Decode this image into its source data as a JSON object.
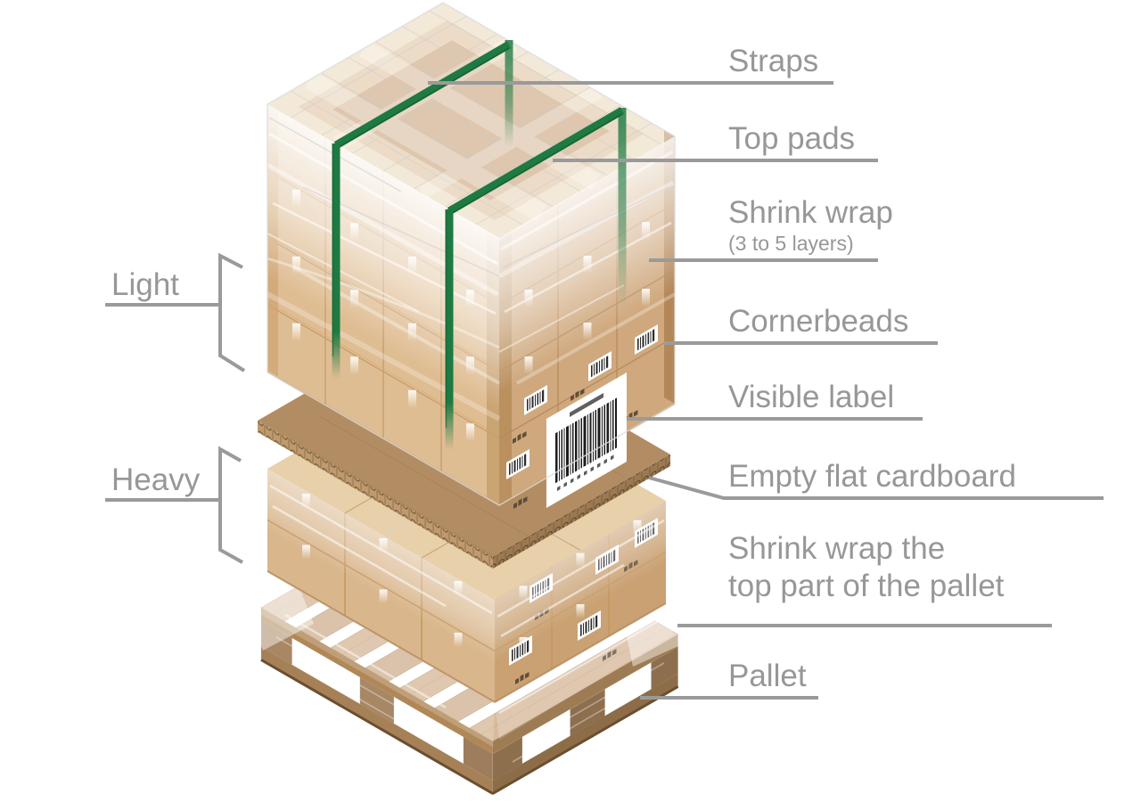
{
  "diagram": {
    "background": "#ffffff",
    "callouts_right": [
      {
        "id": "straps",
        "label": "Straps"
      },
      {
        "id": "top-pads",
        "label": "Top pads"
      },
      {
        "id": "shrink-wrap",
        "label": "Shrink wrap",
        "sublabel": "(3 to 5 layers)"
      },
      {
        "id": "cornerbeads",
        "label": "Cornerbeads"
      },
      {
        "id": "visible-label",
        "label": "Visible label"
      },
      {
        "id": "empty-flat-cardboard",
        "label": "Empty flat cardboard"
      },
      {
        "id": "shrink-wrap-pallet",
        "lines": [
          "Shrink wrap the",
          "top part of the pallet"
        ]
      },
      {
        "id": "pallet",
        "label": "Pallet"
      }
    ],
    "callouts_left": [
      {
        "id": "light",
        "label": "Light"
      },
      {
        "id": "heavy",
        "label": "Heavy"
      }
    ],
    "icons": {
      "barcode_label": "barcode-icon",
      "shipping_marks": "handling-marks-icon"
    },
    "colors": {
      "label_text": "#979797",
      "leader_line": "#9a9a9a",
      "strap_green": "#1e7a42",
      "box_left_face": "#dfbd93",
      "box_right_face": "#cfa87d",
      "box_top_face": "#ead8b8",
      "cardboard_sheet": "#b28d63",
      "pallet_wood": "#c79e71",
      "shrink_wrap": "#ffffff"
    }
  }
}
